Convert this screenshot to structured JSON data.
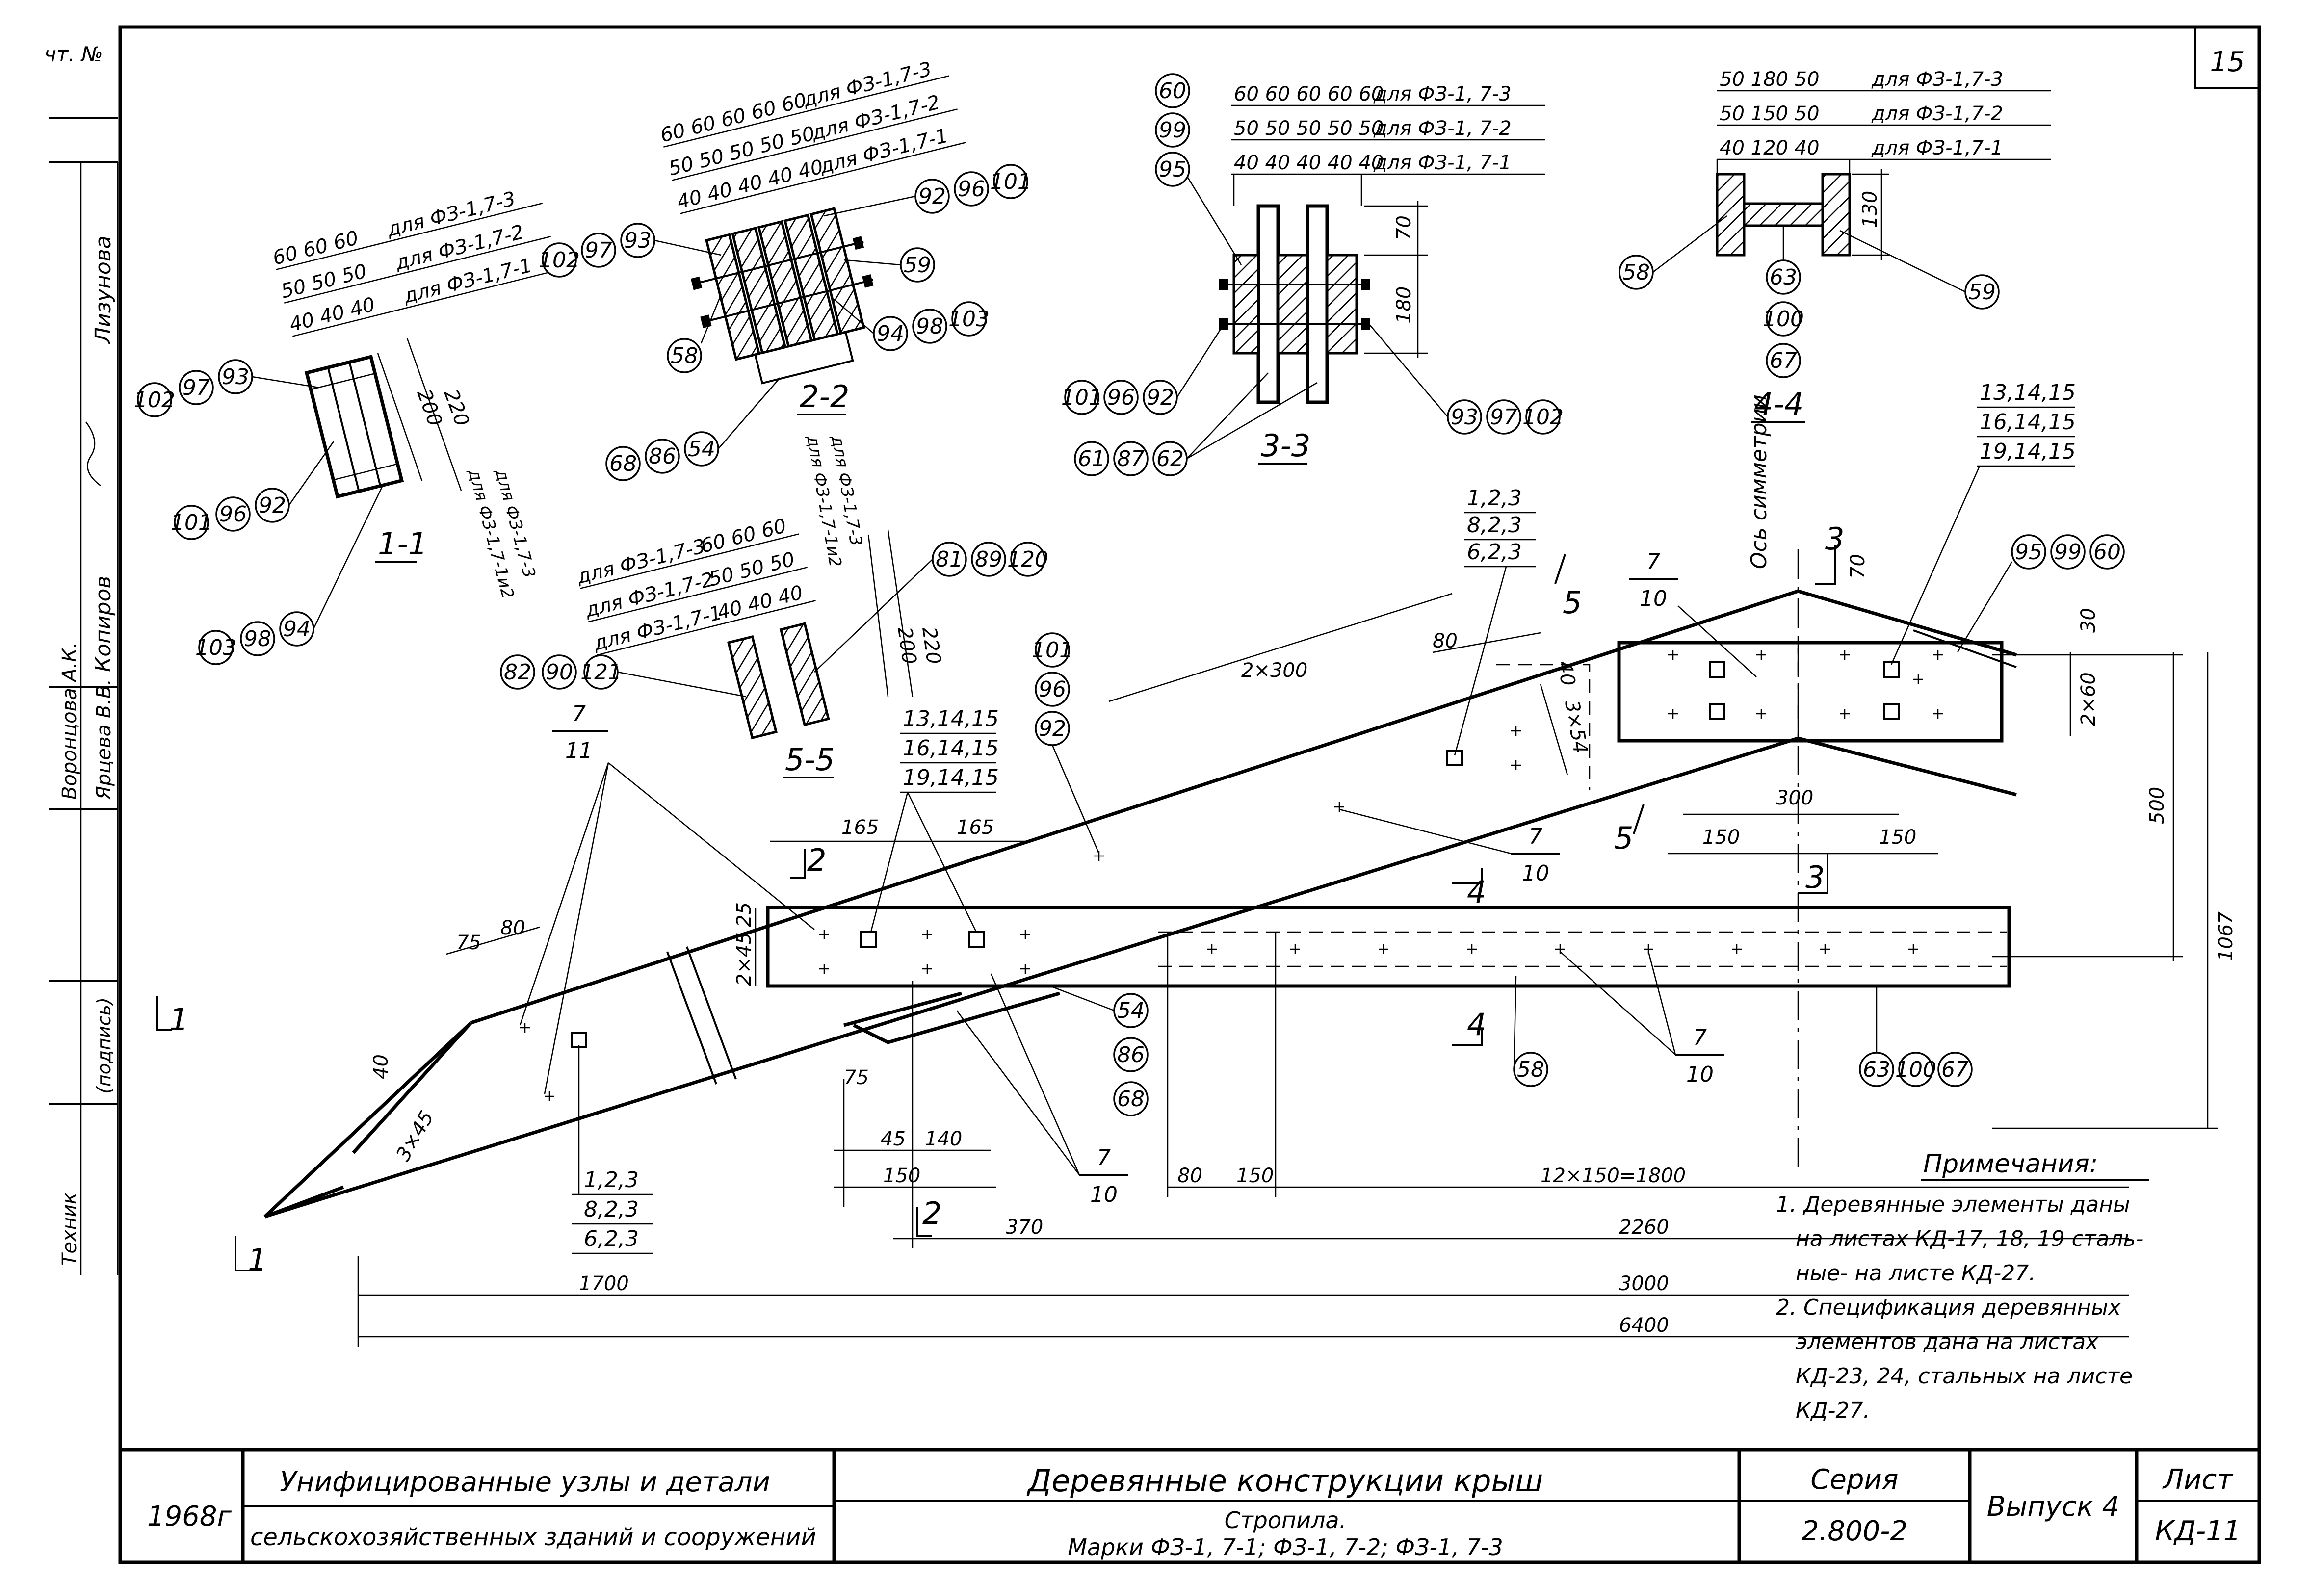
{
  "sheet_number": "15",
  "left_margin": {
    "inv_label": "чт. №",
    "names": [
      "Лизунова",
      "Копиров",
      "Воронцова А.К.",
      "Ярцева В.В.",
      "(подпись)",
      "Техник"
    ]
  },
  "section_1_1": {
    "label": "1-1",
    "dim_rows": [
      {
        "dims": "60 60 60",
        "note": "для ФЗ-1,7-3"
      },
      {
        "dims": "50 50 50",
        "note": "для ФЗ-1,7-2"
      },
      {
        "dims": "40 40 40",
        "note": "для ФЗ-1,7-1"
      }
    ],
    "side_dims": [
      "220",
      "200"
    ],
    "side_notes": [
      "для ФЗ-1,7-3",
      "для ФЗ-1,7-1и2"
    ],
    "callouts": [
      "102",
      "97",
      "93",
      "101",
      "96",
      "92",
      "103",
      "98",
      "94"
    ]
  },
  "section_2_2": {
    "label": "2-2",
    "dim_rows": [
      {
        "dims": "60 60 60 60 60",
        "note": "для ФЗ-1,7-3"
      },
      {
        "dims": "50 50 50 50 50",
        "note": "для ФЗ-1,7-2"
      },
      {
        "dims": "40 40 40 40 40",
        "note": "для ФЗ-1,7-1"
      }
    ],
    "callouts": [
      "102",
      "97",
      "93",
      "92",
      "96",
      "101",
      "59",
      "58",
      "94",
      "98",
      "103",
      "68",
      "86",
      "54"
    ]
  },
  "section_3_3": {
    "label": "3-3",
    "dim_rows": [
      {
        "dims": "60 60 60 60 60",
        "note": "для ФЗ-1, 7-3"
      },
      {
        "dims": "50 50 50 50 50",
        "note": "для ФЗ-1, 7-2"
      },
      {
        "dims": "40 40 40 40 40",
        "note": "для ФЗ-1, 7-1"
      }
    ],
    "side_dims": [
      "70",
      "180"
    ],
    "callouts": [
      "60",
      "99",
      "95",
      "101",
      "96",
      "92",
      "61",
      "87",
      "62",
      "93",
      "97",
      "102"
    ]
  },
  "section_4_4": {
    "label": "4-4",
    "dim_rows": [
      {
        "dims": "50  180  50",
        "note": "для ФЗ-1,7-3"
      },
      {
        "dims": "50  150  50",
        "note": "для ФЗ-1,7-2"
      },
      {
        "dims": "40  120  40",
        "note": "для ФЗ-1,7-1"
      }
    ],
    "side_dims": [
      "130"
    ],
    "callouts": [
      "58",
      "63",
      "100",
      "67",
      "59"
    ]
  },
  "section_5_5": {
    "label": "5-5",
    "dim_rows": [
      {
        "dims": "60 60 60",
        "note": "для ФЗ-1,7-3"
      },
      {
        "dims": "50 50 50",
        "note": "для ФЗ-1,7-2"
      },
      {
        "dims": "40 40 40",
        "note": "для ФЗ-1,7-1"
      }
    ],
    "side_dims": [
      "220",
      "200"
    ],
    "side_notes": [
      "для ФЗ-1,7-3",
      "для ФЗ-1,7-1и2"
    ],
    "callouts": [
      "81",
      "89",
      "120",
      "82",
      "90",
      "121"
    ]
  },
  "main_view": {
    "axis_label": "Ось симметрии",
    "bolt_groups": [
      "1,2,3",
      "8,2,3",
      "6,2,3"
    ],
    "bolt_groups_b": [
      "13,14,15",
      "16,14,15",
      "19,14,15"
    ],
    "fractions": [
      {
        "num": "7",
        "den": "11"
      },
      {
        "num": "7",
        "den": "10"
      }
    ],
    "callouts": [
      "101",
      "96",
      "92",
      "54",
      "86",
      "68",
      "58",
      "63",
      "100",
      "67",
      "95",
      "99",
      "60"
    ],
    "dims": {
      "d75": "75",
      "d80": "80",
      "d40": "40",
      "d3x45": "3×45",
      "d165a": "165",
      "d165b": "165",
      "d25": "25",
      "d2x45": "2×45",
      "d2x300": "2×300",
      "d80b": "80",
      "d40b": "40",
      "d3x54": "3×54",
      "d70": "70",
      "d30": "30",
      "d2x60": "2×60",
      "d300": "300",
      "d150a": "150",
      "d150b": "150",
      "d500": "500",
      "d1067": "1067",
      "d75b": "75",
      "d45": "45",
      "d140": "140",
      "d150c": "150",
      "d80c": "80",
      "d150d": "150",
      "d12x150": "12×150=1800",
      "d370": "370",
      "d2260": "2260",
      "d1700": "1700",
      "d3000": "3000",
      "d6400": "6400"
    },
    "section_marks": [
      "1",
      "2",
      "3",
      "4",
      "5"
    ]
  },
  "notes": {
    "heading": "Примечания:",
    "lines": [
      "1. Деревянные элементы даны",
      "на листах КД-17, 18, 19 сталь-",
      "ные- на листе КД-27.",
      "2. Спецификация деревянных",
      "элементов дана на листах",
      "КД-23, 24, стальных на листе",
      "КД-27."
    ]
  },
  "title_block": {
    "year": "1968г",
    "org_line1": "Унифицированные узлы и детали",
    "org_line2": "сельскохозяйственных зданий и сооружений",
    "title": "Деревянные конструкции крыш",
    "subtitle1": "Стропила.",
    "subtitle2": "Марки ФЗ-1, 7-1;  ФЗ-1, 7-2;  ФЗ-1, 7-3",
    "series_label": "Серия",
    "series_value": "2.800-2",
    "issue": "Выпуск 4",
    "sheet_label": "Лист",
    "sheet_value": "КД-11"
  }
}
